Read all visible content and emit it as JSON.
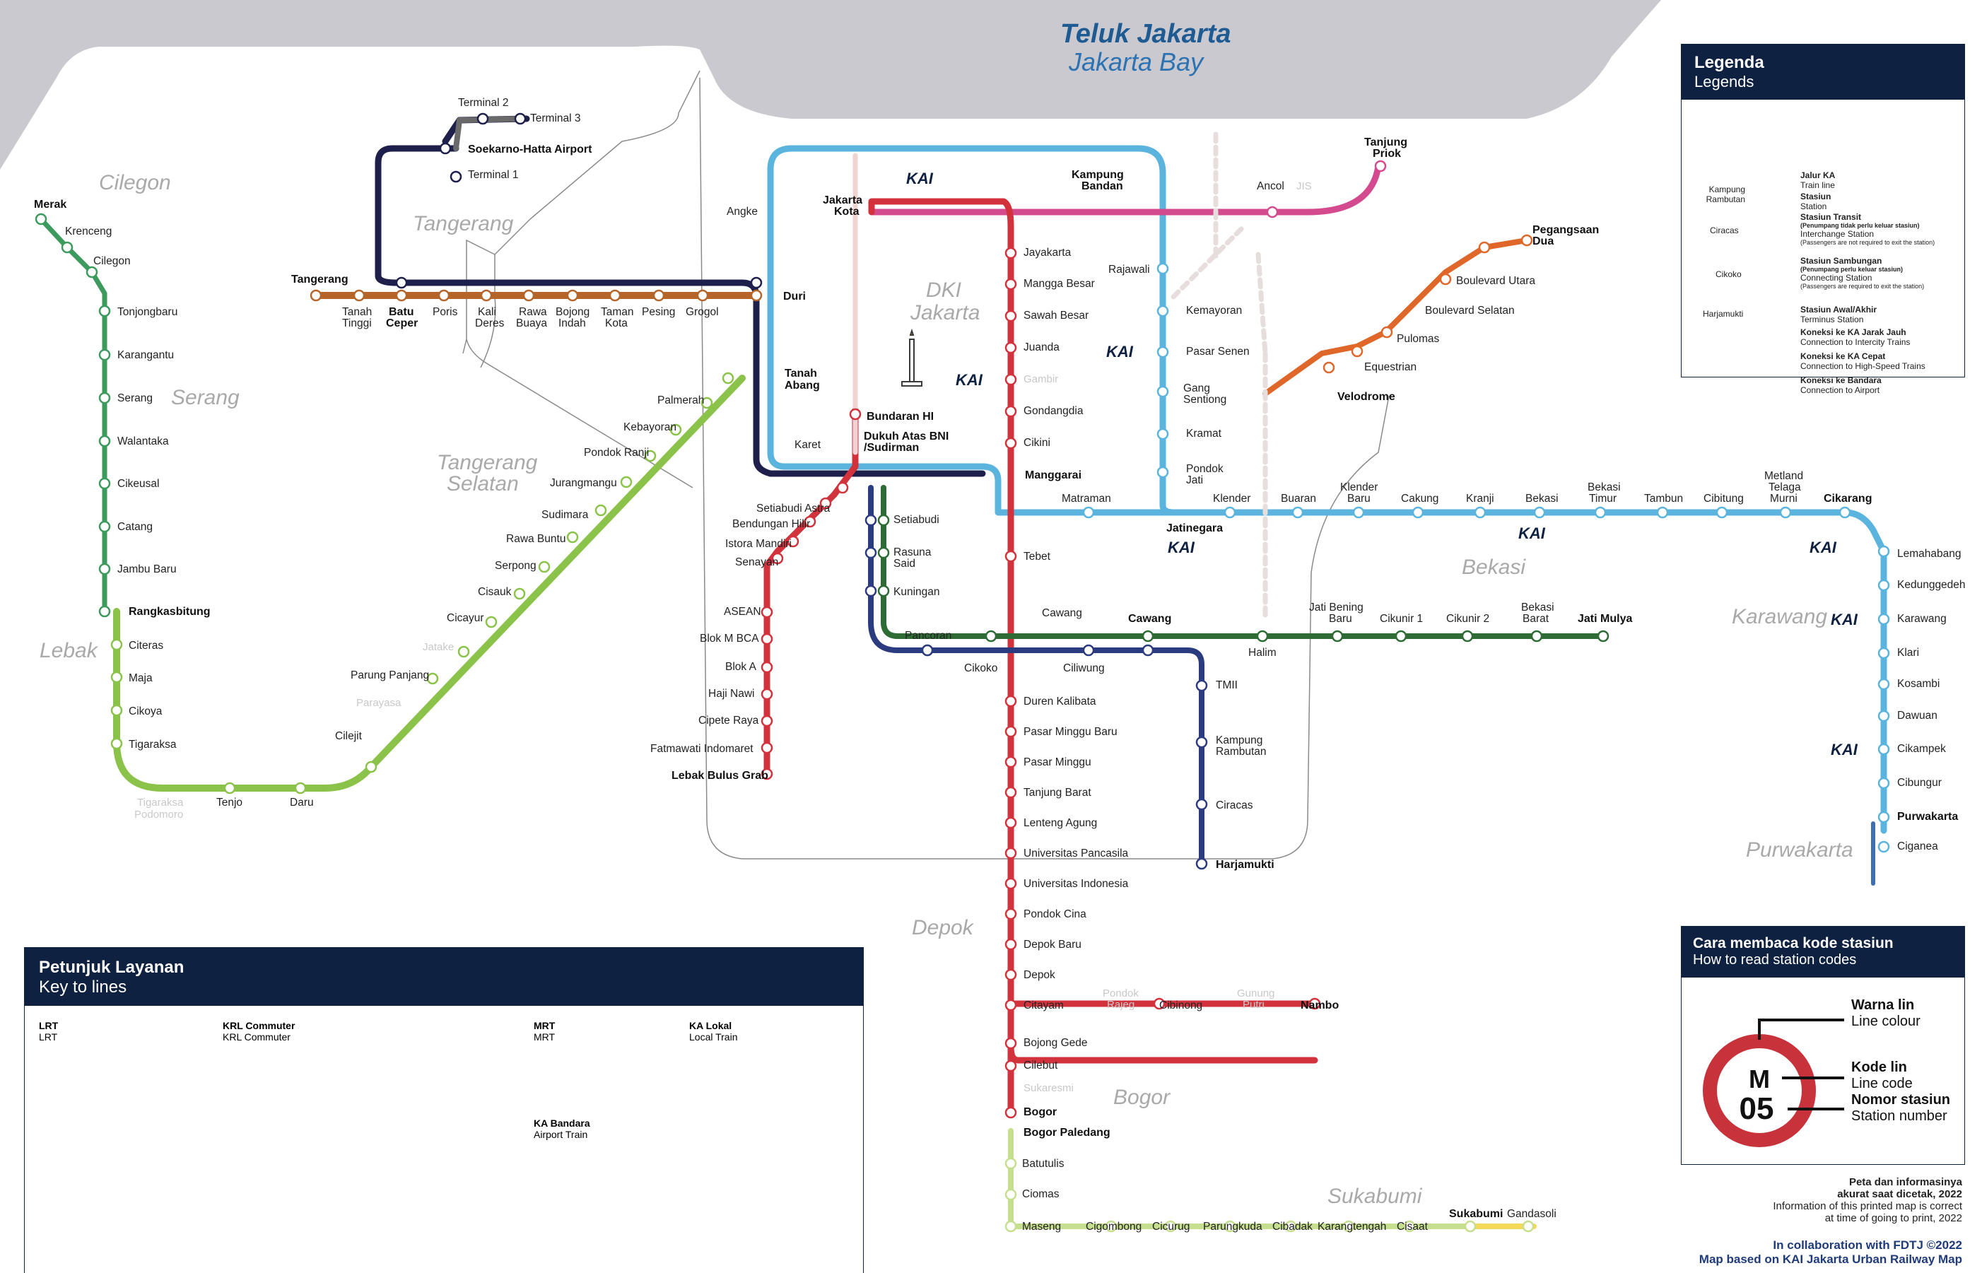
{
  "map": {
    "bay_title": "Teluk Jakarta",
    "bay_subtitle": "Jakarta Bay",
    "regions": {
      "cilegon": "Cilegon",
      "tangerang": "Tangerang",
      "serang": "Serang",
      "tangerang_selatan_1": "Tangerang",
      "tangerang_selatan_2": "Selatan",
      "lebak": "Lebak",
      "dki_1": "DKI",
      "dki_2": "Jakarta",
      "depok": "Depok",
      "bekasi": "Bekasi",
      "karawang": "Karawang",
      "purwakarta": "Purwakarta",
      "bogor": "Bogor",
      "sukabumi": "Sukabumi"
    },
    "colors": {
      "kci_blue": "#5ab4dd",
      "bogor_red": "#d2323c",
      "tangerang_brown": "#b5652a",
      "tanjung_priok_pink": "#d44a8f",
      "rangkas_green": "#8bc34a",
      "merak_green": "#3d9a5d",
      "airport_navy": "#1f1f4b",
      "lrt_bekasi_green": "#2e6b35",
      "lrt_cibubur_navy": "#2a3b80",
      "lrt_jakarta_orange": "#e0672a",
      "cibatuan_blue": "#3e6fb4",
      "pangrango_green": "#c5df8e",
      "sukabumi_yellow": "#f4d85a",
      "header_navy": "#0f2141",
      "sea_grey": "#c9c9cf"
    },
    "stations": {
      "merak": "Merak",
      "krenceng": "Krenceng",
      "cilegon": "Cilegon",
      "tonjongbaru": "Tonjongbaru",
      "karangantu": "Karangantu",
      "serang": "Serang",
      "walantaka": "Walantaka",
      "cikeusal": "Cikeusal",
      "catang": "Catang",
      "jambu_baru": "Jambu Baru",
      "rangkasbitung": "Rangkasbitung",
      "citeras": "Citeras",
      "maja": "Maja",
      "cikoya": "Cikoya",
      "tigaraksa": "Tigaraksa",
      "tigaraksa_podomoro_1": "Tigaraksa",
      "tigaraksa_podomoro_2": "Podomoro",
      "tenjo": "Tenjo",
      "daru": "Daru",
      "cilejit": "Cilejit",
      "parayasa": "Parayasa",
      "parung_panjang": "Parung Panjang",
      "jatake": "Jatake",
      "cicayur": "Cicayur",
      "cisauk": "Cisauk",
      "serpong": "Serpong",
      "rawa_buntu": "Rawa Buntu",
      "sudimara": "Sudimara",
      "jurangmangu": "Jurangmangu",
      "pondok_ranji": "Pondok Ranji",
      "kebayoran": "Kebayoran",
      "palmerah": "Palmerah",
      "tanah_abang_1": "Tanah",
      "tanah_abang_2": "Abang",
      "tangerang": "Tangerang",
      "tanah_tinggi_1": "Tanah",
      "tanah_tinggi_2": "Tinggi",
      "batu_ceper_1": "Batu",
      "batu_ceper_2": "Ceper",
      "poris": "Poris",
      "kali_deres_1": "Kali",
      "kali_deres_2": "Deres",
      "rawa_buaya_1": "Rawa",
      "rawa_buaya_2": "Buaya",
      "bojong_indah_1": "Bojong",
      "bojong_indah_2": "Indah",
      "taman_kota_1": "Taman",
      "taman_kota_2": "Kota",
      "pesing": "Pesing",
      "grogol": "Grogol",
      "duri": "Duri",
      "angke": "Angke",
      "terminal_2": "Terminal 2",
      "terminal_3": "Terminal 3",
      "terminal_1": "Terminal 1",
      "soetta": "Soekarno-Hatta Airport",
      "jakarta_kota_1": "Jakarta",
      "jakarta_kota_2": "Kota",
      "kampung_bandan_1": "Kampung",
      "kampung_bandan_2": "Bandan",
      "ancol": "Ancol",
      "jis": "JIS",
      "tanjung_priok_1": "Tanjung",
      "tanjung_priok_2": "Priok",
      "jayakarta": "Jayakarta",
      "mangga_besar": "Mangga Besar",
      "sawah_besar": "Sawah Besar",
      "juanda": "Juanda",
      "gambir": "Gambir",
      "gondangdia": "Gondangdia",
      "cikini": "Cikini",
      "manggarai": "Manggarai",
      "tebet": "Tebet",
      "cawang": "Cawang",
      "duren_kalibata": "Duren Kalibata",
      "pasar_minggu_baru": "Pasar Minggu Baru",
      "pasar_minggu": "Pasar Minggu",
      "tanjung_barat": "Tanjung Barat",
      "lenteng_agung": "Lenteng Agung",
      "univ_pancasila": "Universitas Pancasila",
      "univ_indonesia": "Universitas Indonesia",
      "pondok_cina": "Pondok Cina",
      "depok_baru": "Depok Baru",
      "depok": "Depok",
      "citayam": "Citayam",
      "pondok_rajeg_1": "Pondok",
      "pondok_rajeg_2": "Rajeg",
      "cibinong": "Cibinong",
      "gunung_putri_1": "Gunung",
      "gunung_putri_2": "Putri",
      "nambo": "Nambo",
      "bojong_gede": "Bojong Gede",
      "cilebut": "Cilebut",
      "sukaresmi": "Sukaresmi",
      "bogor": "Bogor",
      "bogor_paledang": "Bogor Paledang",
      "batutulis": "Batutulis",
      "ciomas": "Ciomas",
      "maseng": "Maseng",
      "cigombong": "Cigombong",
      "cicurug": "Cicurug",
      "parungkuda": "Parungkuda",
      "cibadak": "Cibadak",
      "karangtengah": "Karangtengah",
      "cisaat": "Cisaat",
      "sukabumi": "Sukabumi",
      "gandasoli": "Gandasoli",
      "rajawali": "Rajawali",
      "kemayoran": "Kemayoran",
      "pasar_senen": "Pasar Senen",
      "gang_sentiong_1": "Gang",
      "gang_sentiong_2": "Sentiong",
      "kramat": "Kramat",
      "pondok_jati_1": "Pondok",
      "pondok_jati_2": "Jati",
      "jatinegara": "Jatinegara",
      "matraman": "Matraman",
      "klender": "Klender",
      "buaran": "Buaran",
      "klender_baru_1": "Klender",
      "klender_baru_2": "Baru",
      "cakung": "Cakung",
      "kranji": "Kranji",
      "bekasi": "Bekasi",
      "bekasi_timur_1": "Bekasi",
      "bekasi_timur_2": "Timur",
      "tambun": "Tambun",
      "cibitung": "Cibitung",
      "metland_1": "Metland",
      "metland_2": "Telaga",
      "metland_3": "Murni",
      "cikarang": "Cikarang",
      "lemahabang": "Lemahabang",
      "kedunggedeh": "Kedunggedeh",
      "karawang": "Karawang",
      "klari": "Klari",
      "kosambi": "Kosambi",
      "dawuan": "Dawuan",
      "cikampek": "Cikampek",
      "cibungur": "Cibungur",
      "purwakarta": "Purwakarta",
      "ciganea": "Ciganea",
      "karet": "Karet",
      "bundaran_hi": "Bundaran HI",
      "dukuh_atas_1": "Dukuh Atas BNI",
      "dukuh_atas_2": "/Sudirman",
      "setiabudi_astra": "Setiabudi Astra",
      "bendungan_hilir": "Bendungan Hilir",
      "istora_mandiri": "Istora Mandiri",
      "senayan": "Senayan",
      "asean": "ASEAN",
      "blok_m_bca": "Blok M BCA",
      "blok_a": "Blok A",
      "haji_nawi": "Haji Nawi",
      "cipete_raya": "Cipete Raya",
      "fatmawati": "Fatmawati Indomaret",
      "lebak_bulus": "Lebak Bulus Grab",
      "setiabudi": "Setiabudi",
      "rasuna_said_1": "Rasuna",
      "rasuna_said_2": "Said",
      "kuningan": "Kuningan",
      "pancoran": "Pancoran",
      "cikoko": "Cikoko",
      "ciliwung": "Ciliwung",
      "cawang_lrt": "Cawang",
      "halim": "Halim",
      "jati_bening_1": "Jati Bening",
      "jati_bening_2": "Baru",
      "cikunir_1": "Cikunir 1",
      "cikunir_2": "Cikunir 2",
      "bekasi_barat_1": "Bekasi",
      "bekasi_barat_2": "Barat",
      "jati_mulya": "Jati Mulya",
      "tmii": "TMII",
      "kampung_rambutan_1": "Kampung",
      "kampung_rambutan_2": "Rambutan",
      "ciracas": "Ciracas",
      "harjamukti": "Harjamukti",
      "pegangsaan_dua_1": "Pegangsaan",
      "pegangsaan_dua_2": "Dua",
      "boulevard_utara": "Boulevard Utara",
      "boulevard_selatan": "Boulevard Selatan",
      "pulomas": "Pulomas",
      "equestrian": "Equestrian",
      "velodrome": "Velodrome"
    },
    "footer": {
      "line1": "Peta dan informasinya",
      "line2": "akurat saat dicetak, 2022",
      "line3": "Information of this printed map is correct",
      "line4": "at time of going to print, 2022",
      "collab": "In collaboration with",
      "collab_brand": "FDTJ ©2022",
      "based": "Map based on KAI Jakarta Urban Railway Map"
    }
  },
  "legend": {
    "title": "Legenda",
    "subtitle": "Legends",
    "items": [
      {
        "id": "train_line",
        "label": "Jalur KA",
        "sub": "Train line"
      },
      {
        "id": "station",
        "label": "Stasiun",
        "sub": "Station"
      },
      {
        "id": "transit",
        "label": "Stasiun Transit",
        "sub1": "(Penumpang tidak perlu keluar stasiun)",
        "sub2": "Interchange Station",
        "sub3": "(Passengers are not required to exit the station)"
      },
      {
        "id": "connecting",
        "label": "Stasiun Sambungan",
        "sub1": "(Penumpang perlu keluar stasiun)",
        "sub2": "Connecting Station",
        "sub3": "(Passengers are required to exit the station)"
      },
      {
        "id": "terminus",
        "label": "Stasiun Awal/Akhir",
        "sub": "Terminus Station"
      },
      {
        "id": "intercity",
        "label": "Koneksi ke KA Jarak Jauh",
        "sub": "Connection to Intercity Trains"
      },
      {
        "id": "hsr",
        "label": "Koneksi ke KA Cepat",
        "sub": "Connection to High-Speed Trains"
      },
      {
        "id": "airport",
        "label": "Koneksi ke Bandara",
        "sub": "Connection to Airport"
      }
    ],
    "sample_stations": [
      "Kampung",
      "Rambutan",
      "Ciracas",
      "Cikoko",
      "Harjamukti"
    ]
  },
  "code_panel": {
    "title": "Cara membaca kode stasiun",
    "subtitle": "How to read station codes",
    "line_colour_1": "Warna lin",
    "line_colour_2": "Line colour",
    "line_code_1": "Kode lin",
    "line_code_2": "Line code",
    "station_no_1": "Nomor stasiun",
    "station_no_2": "Station number",
    "code_letter": "M",
    "code_number": "05"
  },
  "key_panel": {
    "title": "Petunjuk Layanan",
    "subtitle": "Key to lines",
    "groups": [
      {
        "id": "lrt",
        "title": "LRT",
        "sub": "LRT"
      },
      {
        "id": "krl",
        "title": "KRL Commuter",
        "sub": "KRL Commuter"
      },
      {
        "id": "mrt",
        "title": "MRT",
        "sub": "MRT"
      },
      {
        "id": "lokal",
        "title": "KA Lokal",
        "sub": "Local Train"
      },
      {
        "id": "bandara",
        "title": "KA Bandara",
        "sub": "Airport Train"
      }
    ]
  }
}
